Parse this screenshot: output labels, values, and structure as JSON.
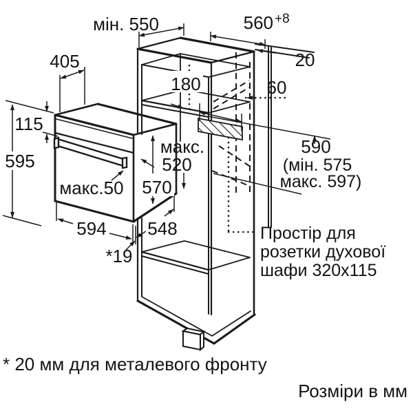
{
  "diagram": {
    "title_semantic": "built-in-oven-installation-drawing",
    "colors": {
      "line": "#1a1a1a",
      "text": "#141414",
      "background": "#ffffff"
    },
    "dims": {
      "min550": "мін. 550",
      "d560": "560",
      "d560_sup": "+8",
      "d20": "20",
      "d405": "405",
      "d180": "180",
      "d60": "60",
      "d115": "115",
      "d595": "595",
      "max520_l1": "макс.",
      "max520_l2": "520",
      "d570": "570",
      "max50": "макс.50",
      "d594": "594",
      "d548": "548",
      "star19": "*19",
      "d590": "590",
      "d590_min": "(мін. 575",
      "d590_max": "макс. 597)"
    },
    "socket_note": {
      "line1": "Простір для",
      "line2": "розетки духової",
      "line3": "шафи 320x115"
    },
    "footnote": "* 20 мм для металевого фронту",
    "units_note": "Розміри в мм"
  }
}
